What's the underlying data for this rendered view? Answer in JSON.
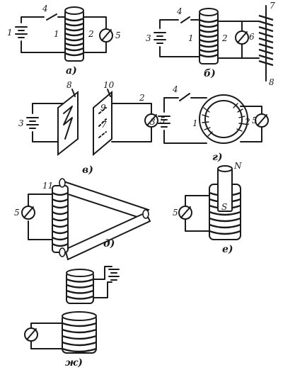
{
  "a": {
    "caption": "а)",
    "labels": {
      "cell": "1",
      "key": "4",
      "coil_left": "1",
      "coil_right": "2",
      "meter": "5"
    }
  },
  "b": {
    "caption": "б)",
    "labels": {
      "cell": "3",
      "key": "4",
      "coil_left": "1",
      "coil_right": "2",
      "outer_coil": "6",
      "top": "7",
      "bottom": "8"
    }
  },
  "v": {
    "caption": "в)",
    "labels": {
      "cell": "3",
      "plate_left": "8",
      "plate_right": "10",
      "inner_top": "9",
      "inner_bottom": "7",
      "right_wire": "2",
      "meter": "5"
    }
  },
  "g": {
    "caption": "г)",
    "labels": {
      "key": "4",
      "cell": "3",
      "coil_left": "1",
      "coil_right": "2",
      "meter": "5"
    }
  },
  "d": {
    "caption": "д)",
    "labels": {
      "coil": "11",
      "meter": "5"
    }
  },
  "e": {
    "caption": "е)",
    "labels": {
      "magnet": "N",
      "meter": "5",
      "pole": "S"
    }
  },
  "zh": {
    "caption": "ж)"
  }
}
